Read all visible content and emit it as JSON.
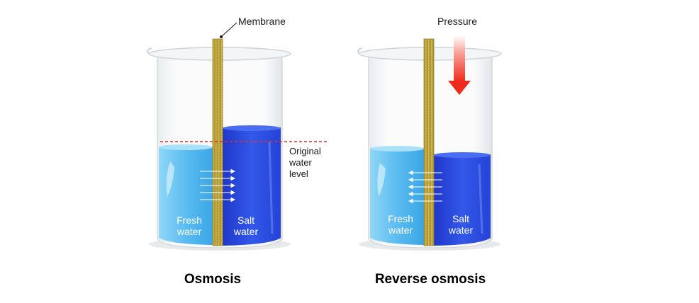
{
  "labels": {
    "membrane": "Membrane",
    "pressure": "Pressure",
    "original_level_line1": "Original",
    "original_level_line2": "water",
    "original_level_line3": "level"
  },
  "left_beaker": {
    "title": "Osmosis",
    "fresh_line1": "Fresh",
    "fresh_line2": "water",
    "salt_line1": "Salt",
    "salt_line2": "water"
  },
  "right_beaker": {
    "title": "Reverse osmosis",
    "fresh_line1": "Fresh",
    "fresh_line2": "water",
    "salt_line1": "Salt",
    "salt_line2": "water"
  },
  "colors": {
    "fresh_water": "#5bbcf0",
    "salt_water": "#2f4fe0",
    "membrane": "#bfa83e",
    "pressure_arrow": "#ee2a1b",
    "original_level_line": "#e0302a"
  }
}
